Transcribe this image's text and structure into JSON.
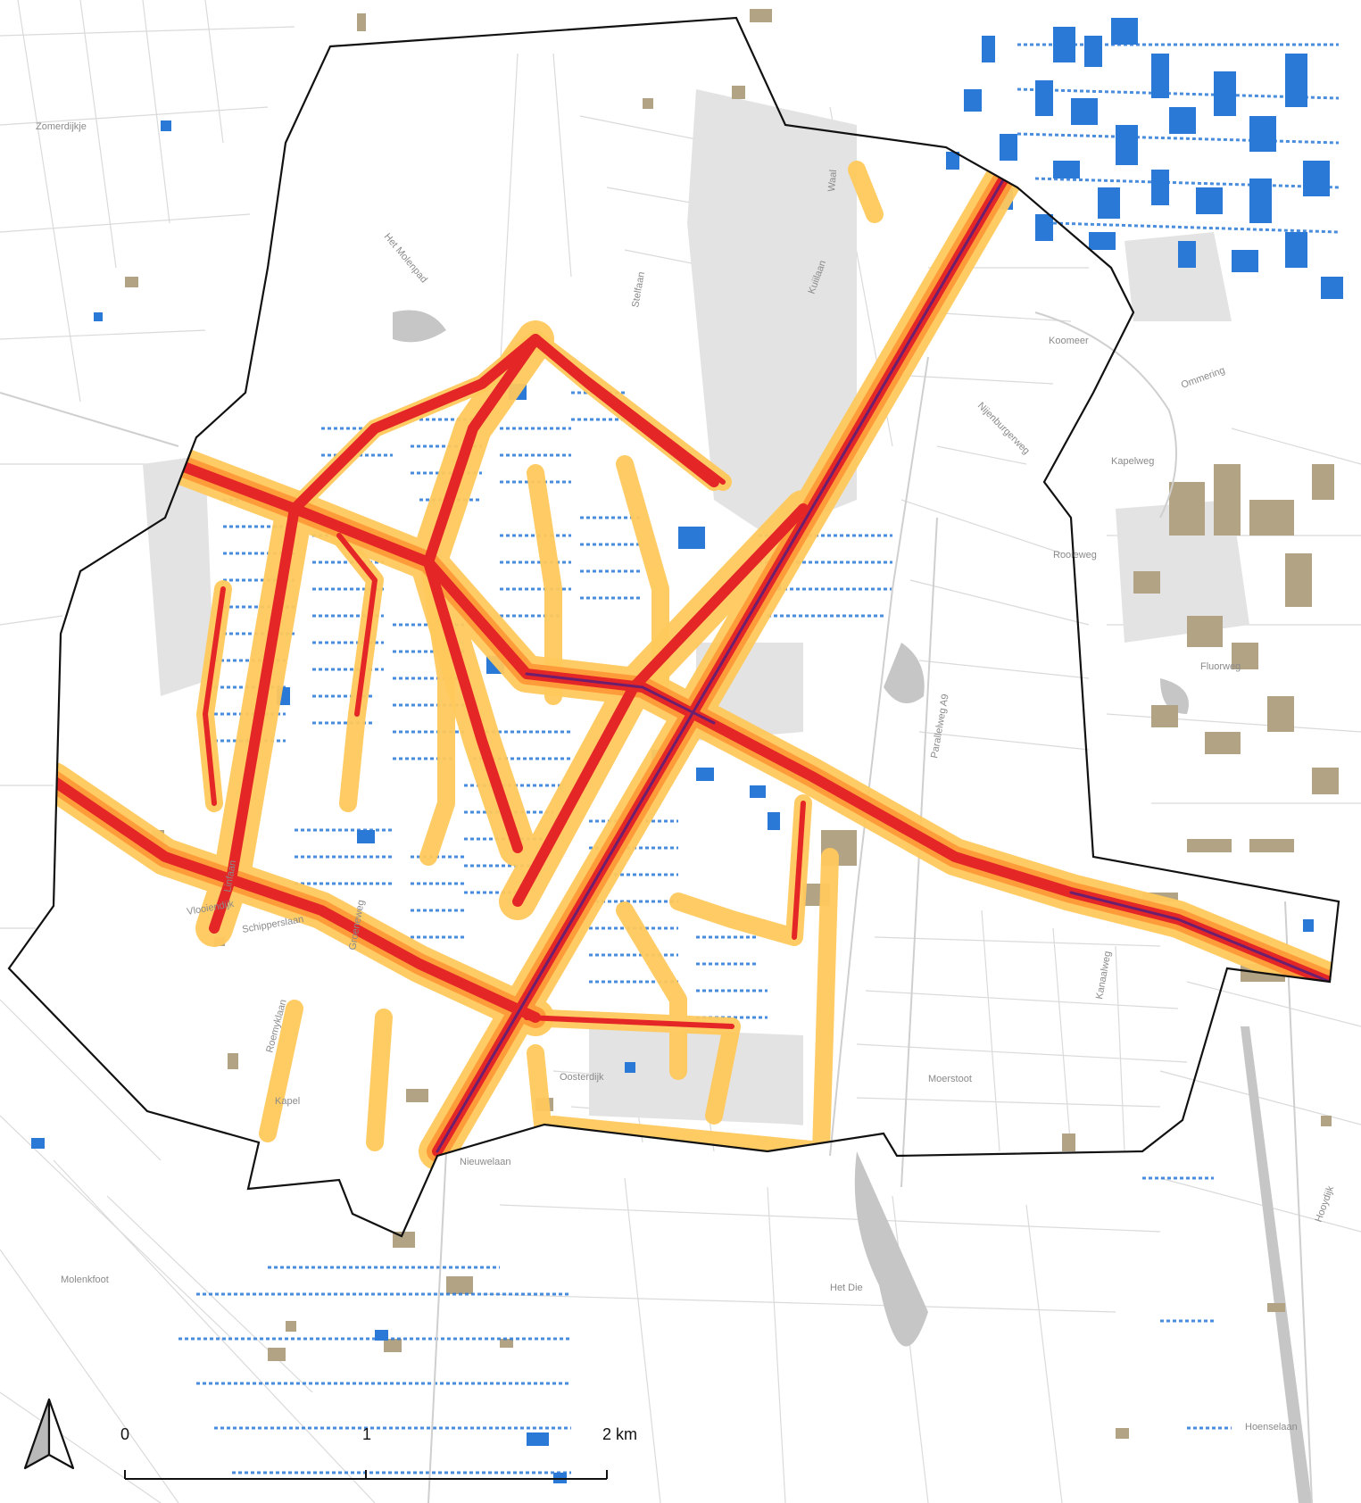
{
  "map": {
    "colors": {
      "background": "#ffffff",
      "parcel_line": "#dadada",
      "water": "#c6c6c6",
      "industrial": "#e3e3e3",
      "building_residential": "#2a79d6",
      "building_other": "#b3a385",
      "boundary": "#111111",
      "noise_outer": "#ffc95c",
      "noise_mid": "#ff9c3a",
      "noise_high": "#e52626",
      "noise_core": "#6b1f6e"
    },
    "street_labels": [
      "Zomerdijkje",
      "Het Molenpad",
      "Stelfaan",
      "Kuiilaan",
      "Waal",
      "Koomeer",
      "Nijenburgerweg",
      "Ommering",
      "Fluorweg",
      "Parallelweg A9",
      "Vlooiendijk",
      "Schipperslaan",
      "Linfaan",
      "Groeneweg",
      "Roemyklaan",
      "Kapel",
      "Oosterdijk",
      "Moerstoot",
      "Kanaalweg",
      "Nieuwelaan",
      "Molenkfoot",
      "Het Die",
      "Hooydijk",
      "Kapelweg",
      "Hoenselaan",
      "Rooieweg"
    ]
  },
  "north_arrow": {
    "icon": "north-arrow-icon"
  },
  "scale_bar": {
    "label_start": "0",
    "label_mid": "1",
    "label_end": "2 km"
  }
}
